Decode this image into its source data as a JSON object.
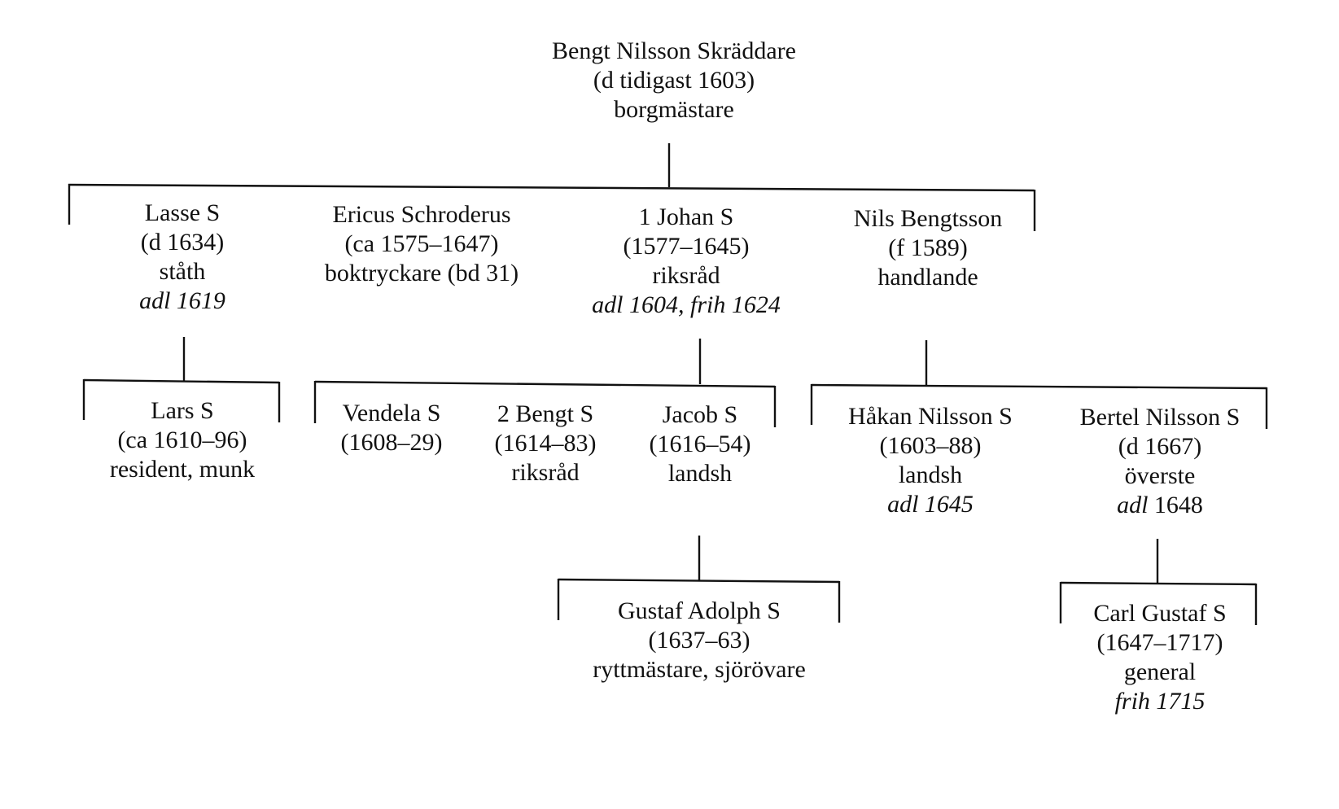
{
  "tree": {
    "root": {
      "name": "Bengt Nilsson Skräddare",
      "dates": "(d tidigast 1603)",
      "role": "borgmästare"
    },
    "generation2": [
      {
        "name": "Lasse S",
        "dates": "(d 1634)",
        "role": "ståth",
        "honor": "adl 1619"
      },
      {
        "name": "Ericus Schroderus",
        "dates": "(ca 1575–1647)",
        "role": "boktryckare (bd 31)"
      },
      {
        "name": "1 Johan S",
        "dates": "(1577–1645)",
        "role": "riksråd",
        "honor": "adl 1604, frih 1624"
      },
      {
        "name": "Nils Bengtsson",
        "dates": "(f 1589)",
        "role": "handlande"
      }
    ],
    "generation3": [
      {
        "name": "Lars S",
        "dates": "(ca 1610–96)",
        "role": "resident, munk",
        "parent": "Lasse S"
      },
      {
        "name": "Vendela S",
        "dates": "(1608–29)",
        "parent": "1 Johan S"
      },
      {
        "name": "2 Bengt S",
        "dates": "(1614–83)",
        "role": "riksråd",
        "parent": "1 Johan S"
      },
      {
        "name": "Jacob S",
        "dates": "(1616–54)",
        "role": "landsh",
        "parent": "1 Johan S"
      },
      {
        "name": "Håkan Nilsson S",
        "dates": "(1603–88)",
        "role": "landsh",
        "honor": "adl 1645",
        "parent": "Nils Bengtsson"
      },
      {
        "name": "Bertel Nilsson S",
        "dates": "(d 1667)",
        "role": "överste",
        "honor_italic": "adl",
        "honor_plain": " 1648",
        "parent": "Nils Bengtsson"
      }
    ],
    "generation4": [
      {
        "name": "Gustaf Adolph S",
        "dates": "(1637–63)",
        "role": "ryttmästare, sjörövare",
        "parent": "Jacob S"
      },
      {
        "name": "Carl Gustaf S",
        "dates": "(1647–1717)",
        "role": "general",
        "honor": "frih 1715",
        "parent": "Bertel Nilsson S"
      }
    ]
  }
}
